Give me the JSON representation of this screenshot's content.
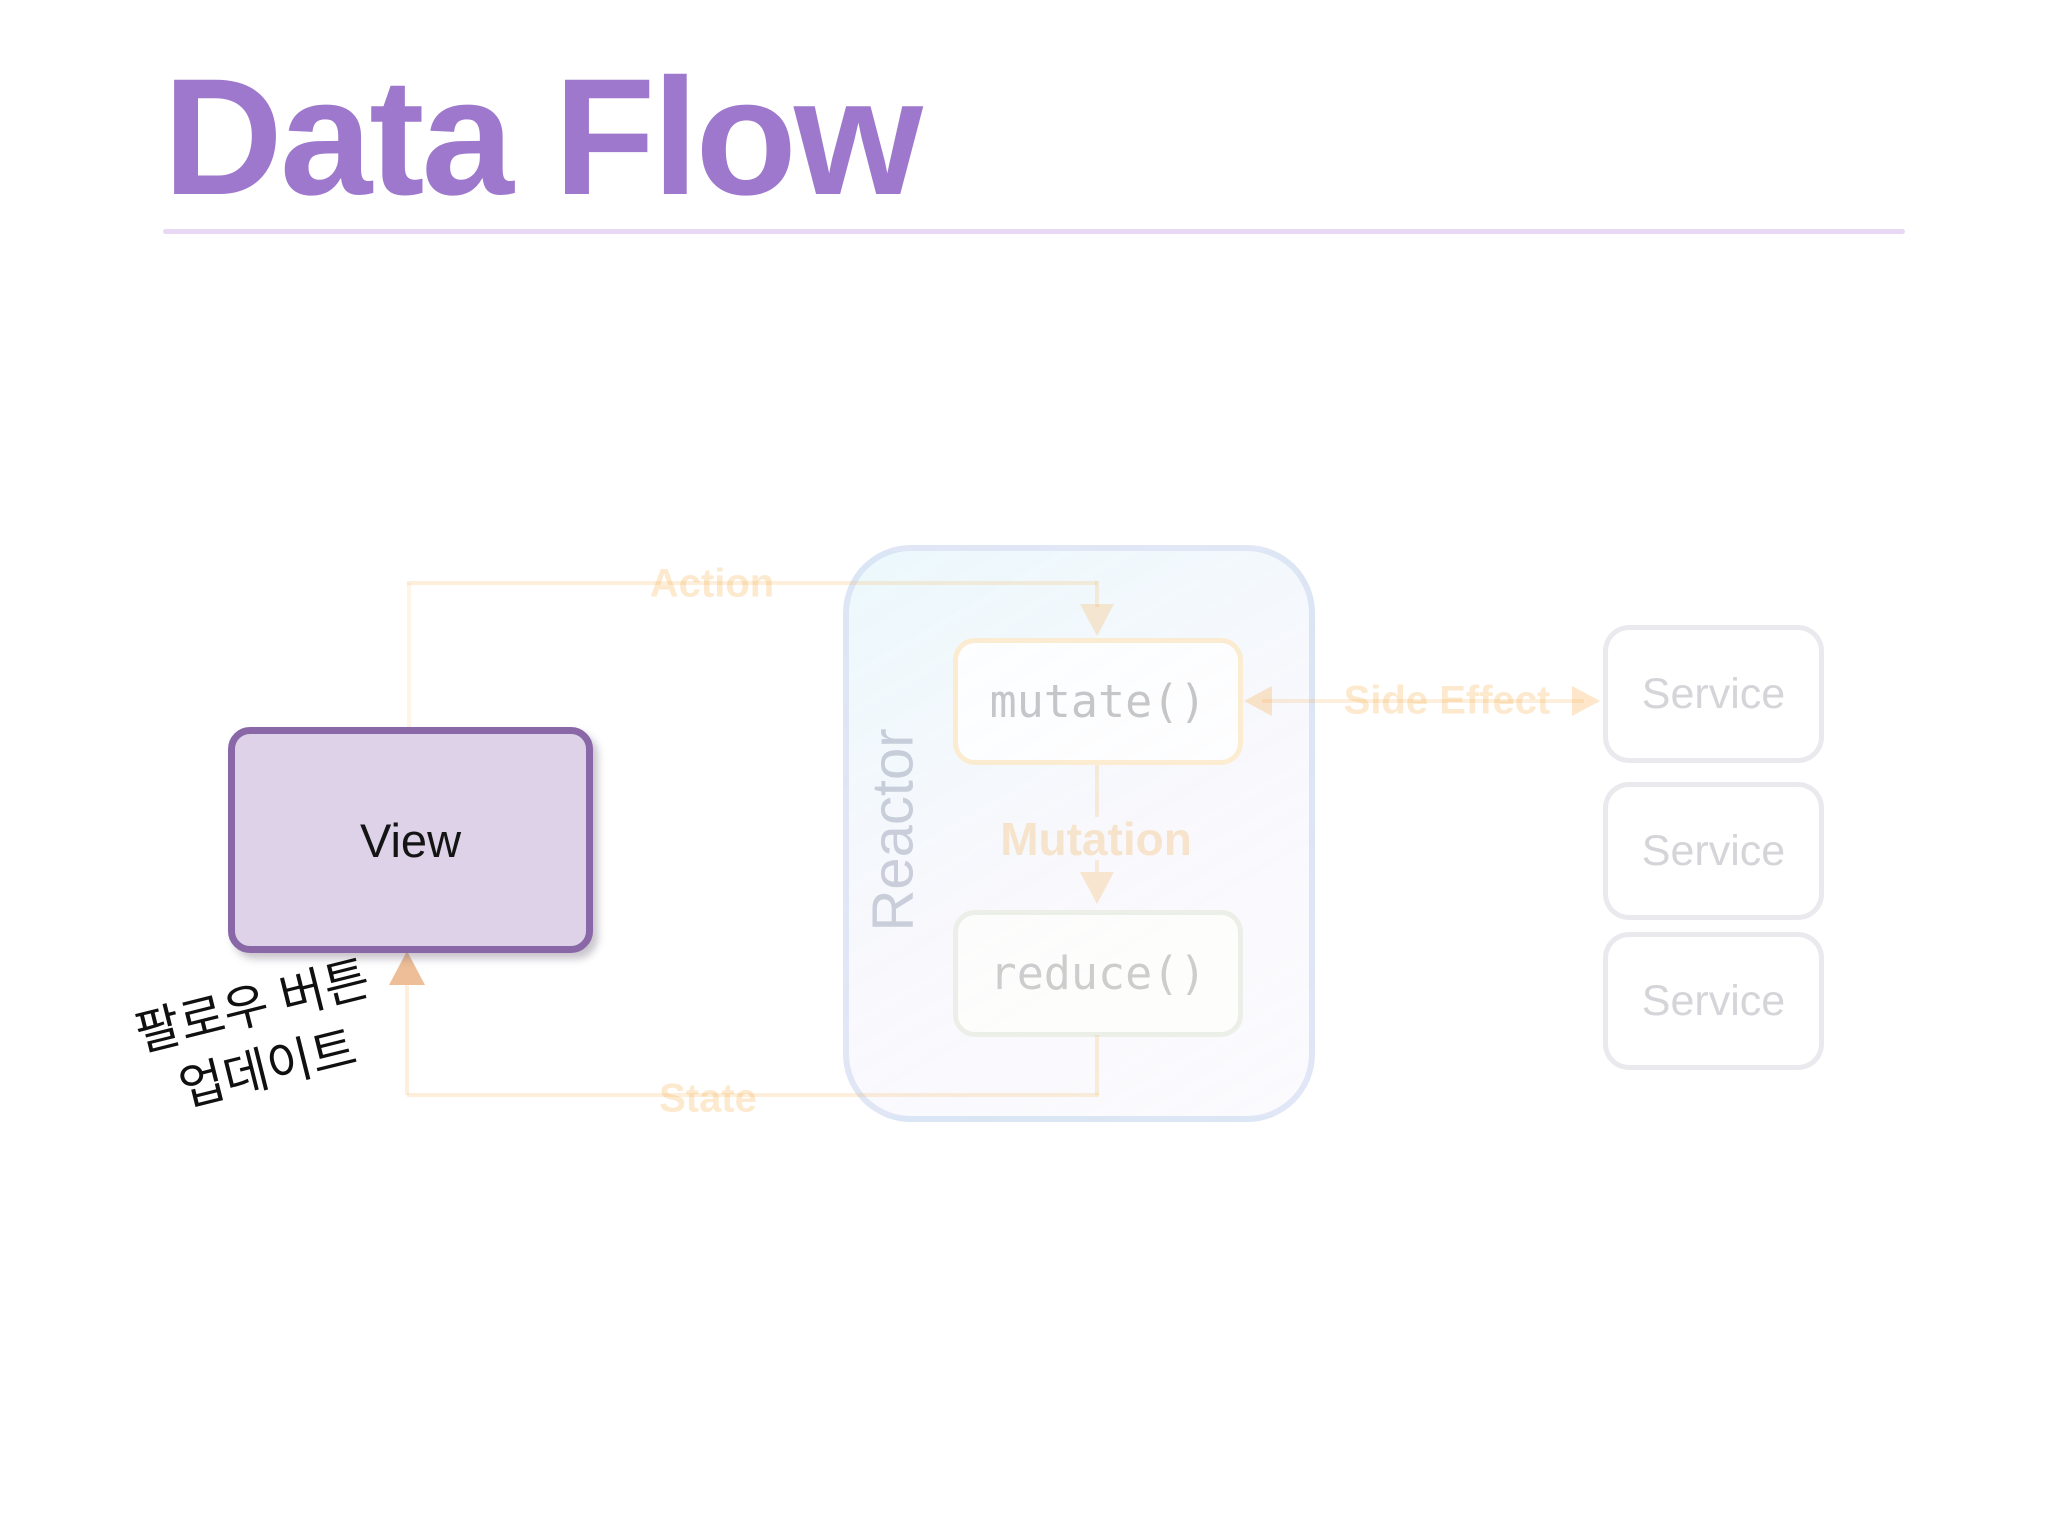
{
  "slide": {
    "title": "Data Flow",
    "annotation": {
      "line1": "팔로우 버튼",
      "line2": "업데이트"
    }
  },
  "diagram": {
    "view": {
      "label": "View"
    },
    "reactor": {
      "label": "Reactor",
      "mutate": "mutate()",
      "reduce": "reduce()"
    },
    "flow": {
      "action": "Action",
      "mutation": "Mutation",
      "side_effect": "Side Effect",
      "state": "State"
    },
    "services": [
      {
        "label": "Service"
      },
      {
        "label": "Service"
      },
      {
        "label": "Service"
      }
    ]
  },
  "colors": {
    "title": "#9e78cc",
    "title_underline": "#e8d8f4",
    "view_fill": "#ddd2e8",
    "view_border": "#8a68a8",
    "flow_accent": "#f5a623",
    "annotation_text": "#101010"
  }
}
